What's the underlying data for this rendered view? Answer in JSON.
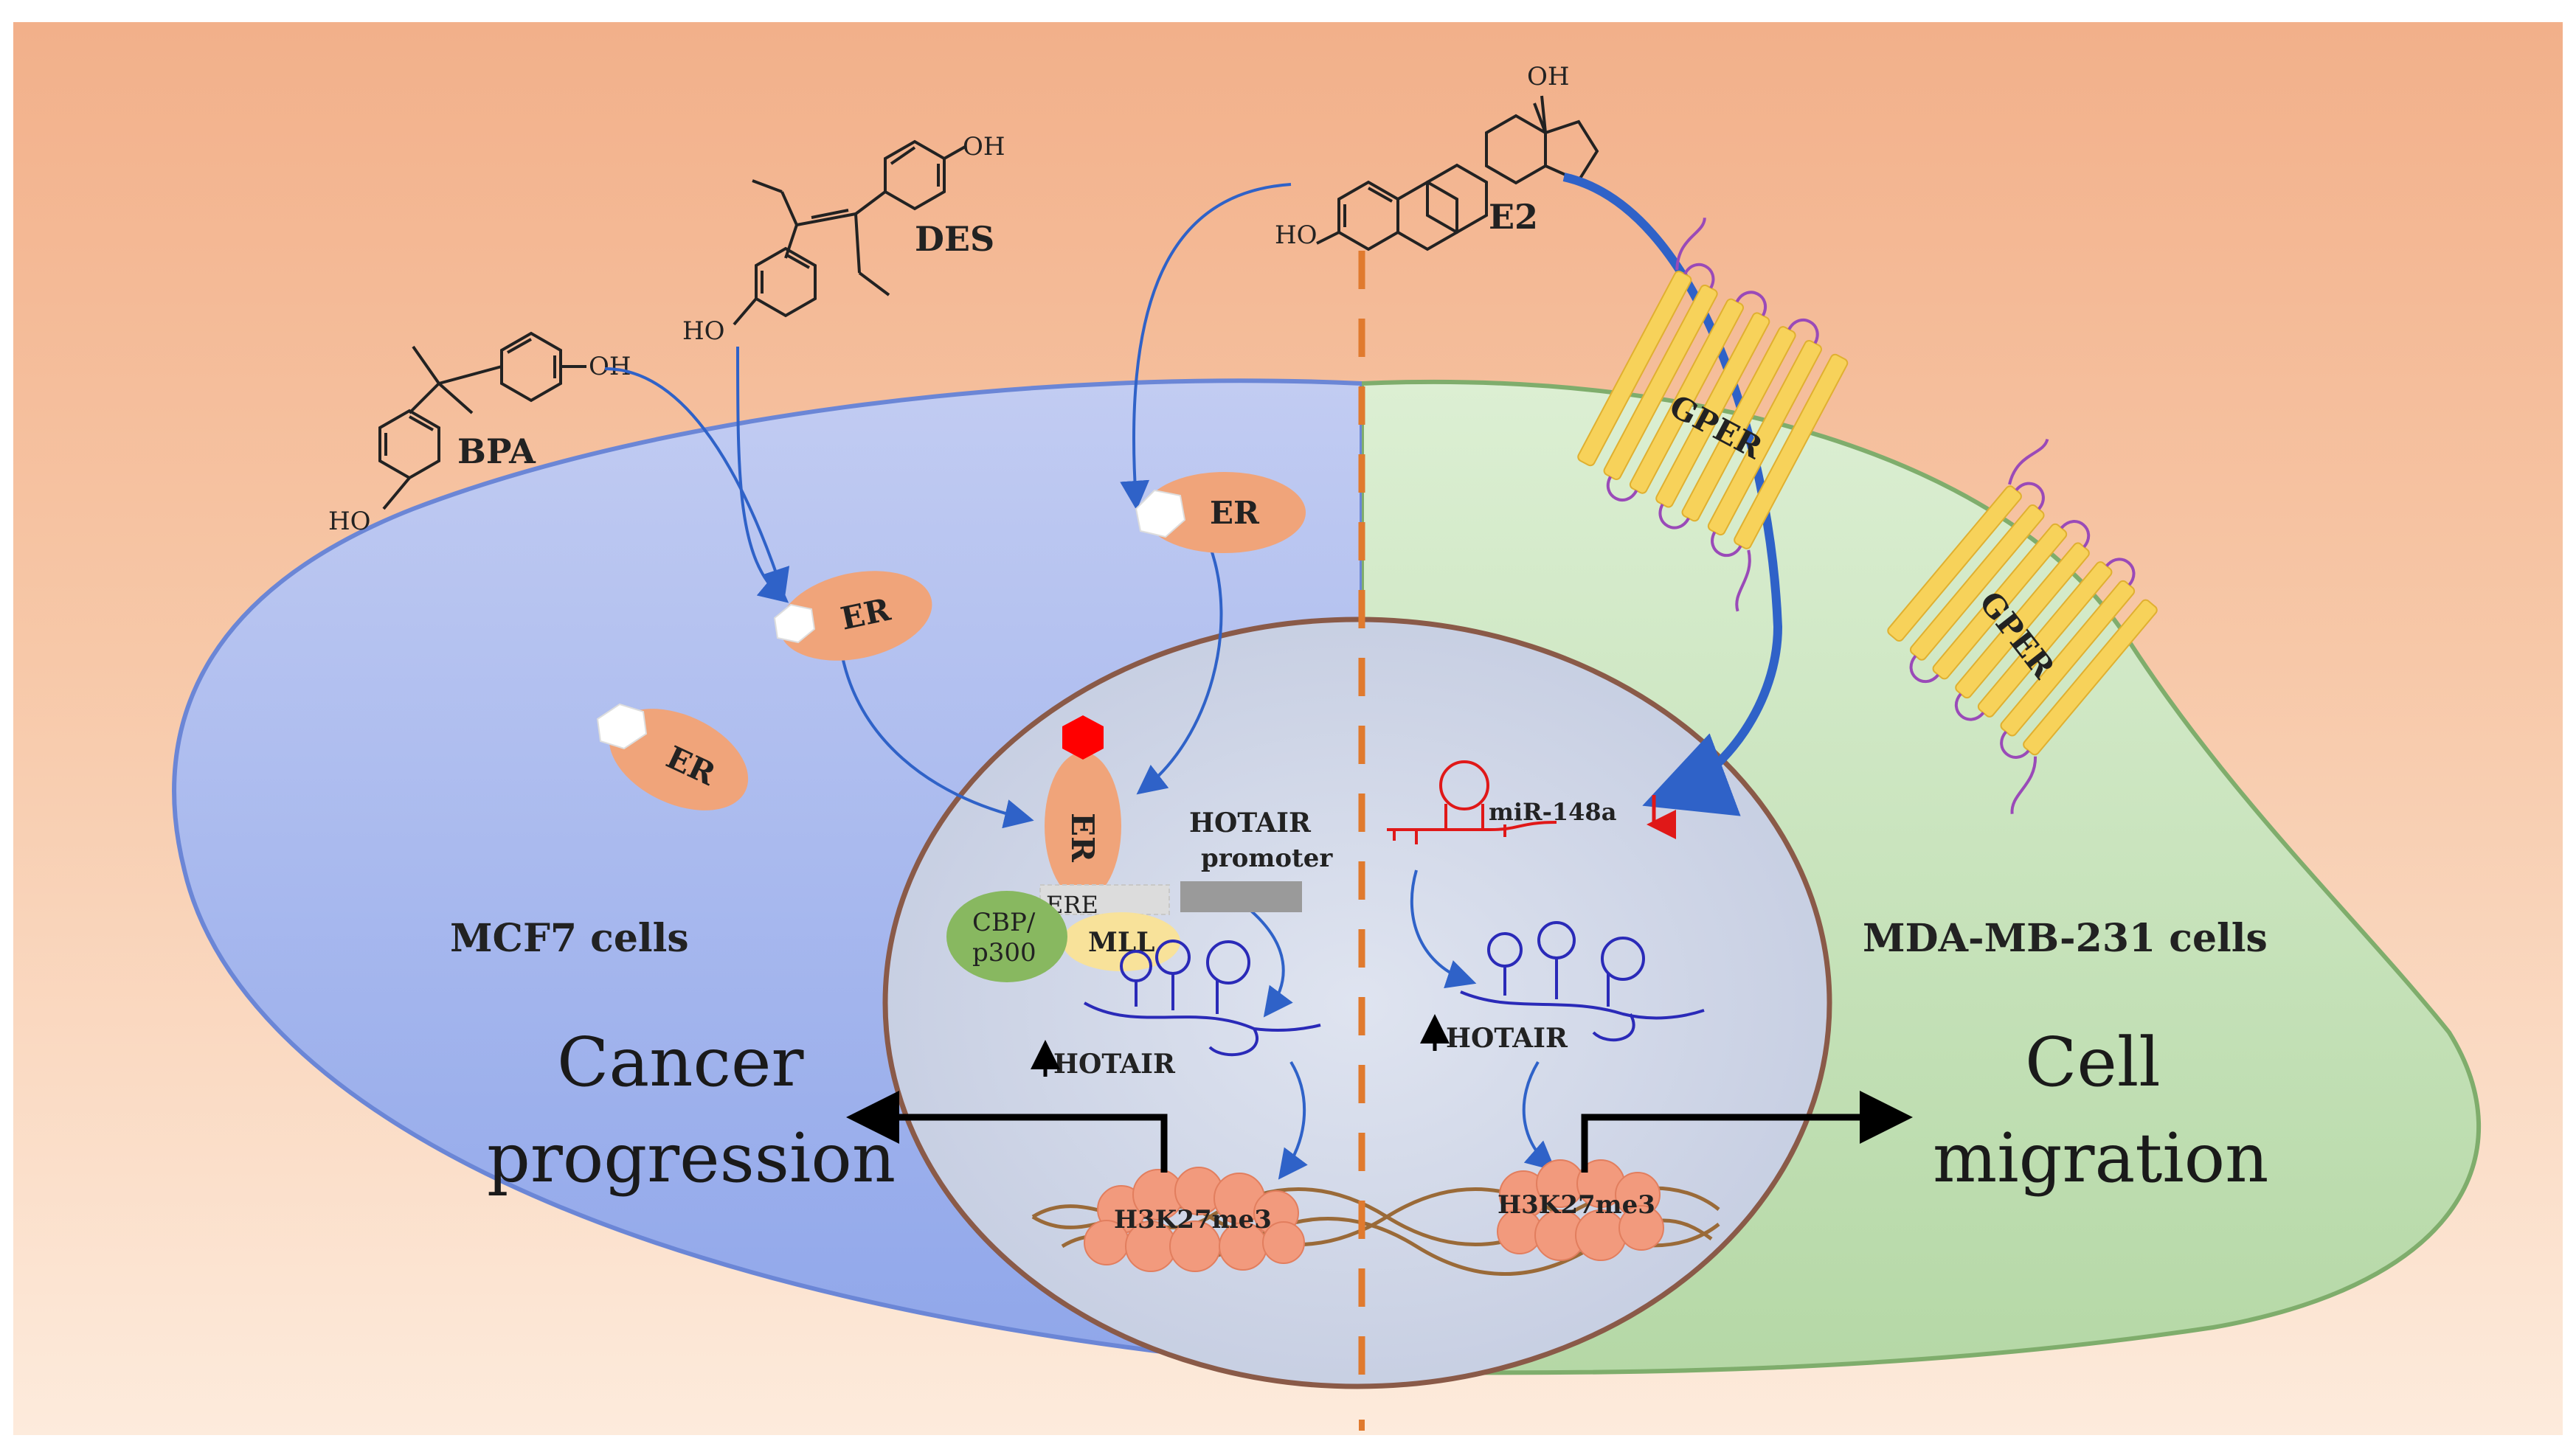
{
  "compounds": {
    "bpa": {
      "label": "BPA",
      "oh": "OH",
      "ho": "HO"
    },
    "des": {
      "label": "DES",
      "oh": "OH",
      "ho": "HO"
    },
    "e2": {
      "label": "E2",
      "oh": "OH",
      "ho": "HO"
    }
  },
  "receptors": {
    "er_label": "ER",
    "gper_label": "GPER"
  },
  "cells": {
    "left_name": "MCF7 cells",
    "right_name": "MDA-MB-231 cells"
  },
  "nucleus": {
    "hotair_promoter_line1": "HOTAIR",
    "hotair_promoter_line2": "promoter",
    "ere": "ERE",
    "cbp_line1": "CBP/",
    "cbp_line2": "p300",
    "mll": "MLL",
    "hotair": "HOTAIR",
    "h3k27me3": "H3K27me3",
    "mir": "miR-148a"
  },
  "outcomes": {
    "left_line1": "Cancer",
    "left_line2": "progression",
    "right_line1": "Cell",
    "right_line2": "migration"
  },
  "colors": {
    "background_top": "#f2b48e",
    "left_cell": "#a8b8f0",
    "right_cell": "#c8e4bb",
    "er_fill": "#f0a47a",
    "gper_fill": "#f7d25a",
    "arrow_blue": "#2f62c8",
    "divider": "#e07a2e",
    "mir_red": "#e01818",
    "rna_blue": "#2a2ab8",
    "nucleosome": "#f29a7d"
  }
}
